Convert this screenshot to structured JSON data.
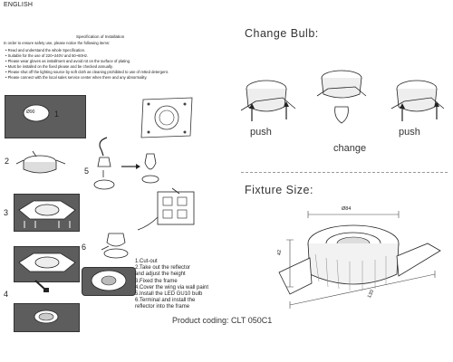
{
  "header": {
    "language": "ENGLISH",
    "spec_title": "Specification of Installation",
    "intro": "In order to ensure safety use, please notice the following items:"
  },
  "rules": [
    "Read and understand the whole Specification.",
    "Suitable for the use of 220~240V and 50~60Hz.",
    "Please wear gloves as installment and avoid rot on the surface of plating.",
    "Must be installed on the fixed please and be checked annually.",
    "Please shut off the lighting source by soft cloth as cleaning prohibited to use of retted detergent.",
    "Please connect with the local sales service center when there and any abnormality."
  ],
  "step_numbers": [
    "1",
    "2",
    "3",
    "4",
    "5",
    "6"
  ],
  "cutout_label": "Ø90",
  "steps": [
    "1.Cut-out",
    "2.Take out the reflector",
    "   and adjust the height",
    "3.Fixed the frame",
    "4.Cover the wing via wall paint",
    "5.Install the LED GU10 bulb",
    "6.Terminal and install the",
    "   reflector into the frame"
  ],
  "product_coding": "Product coding: CLT 050C1",
  "change_bulb": {
    "title": "Change Bulb:",
    "push_left": "push",
    "change": "change",
    "push_right": "push"
  },
  "fixture_size": {
    "title": "Fixture Size:",
    "dim_diameter": "Ø84",
    "dim_height": "42",
    "dim_length": "130"
  }
}
